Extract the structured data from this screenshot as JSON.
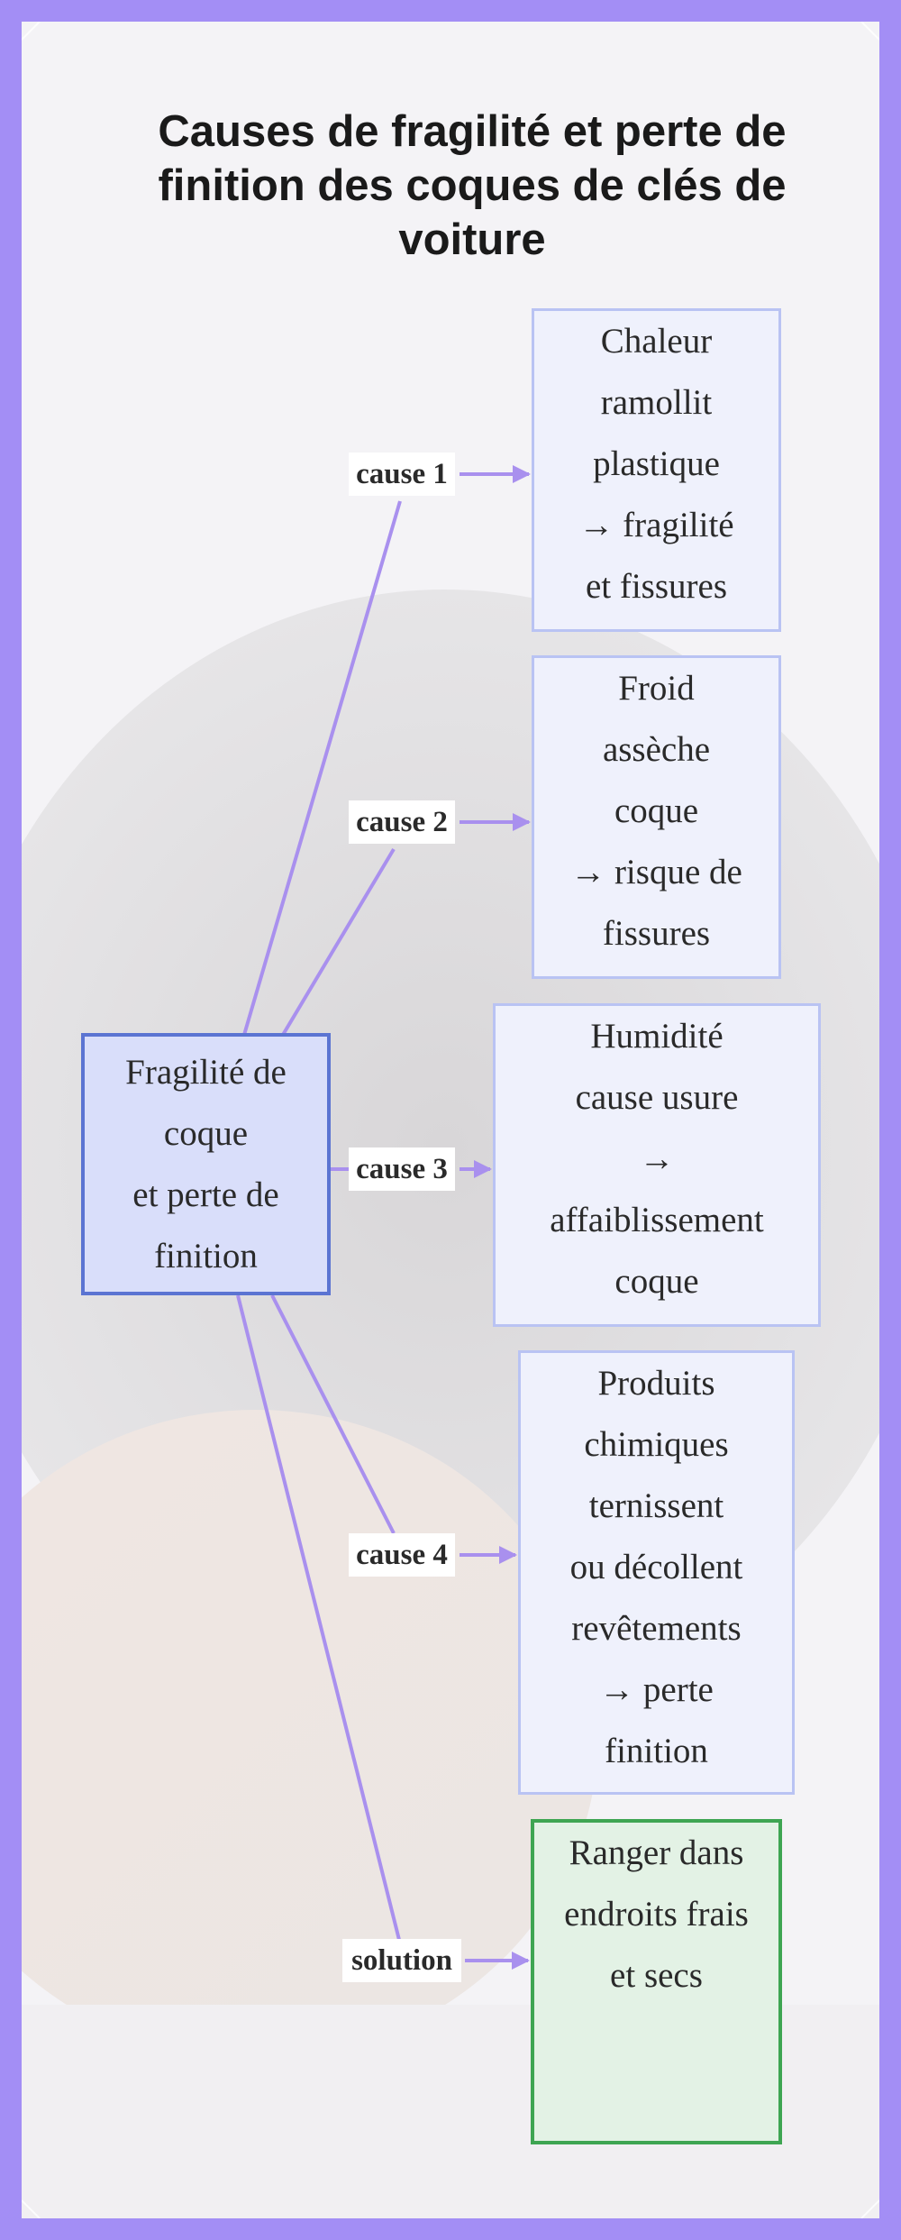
{
  "title": "Causes de fragilité et perte de\nfinition des coques de clés de\nvoiture",
  "center": {
    "label": "Fragilité de\ncoque\net perte de\nfinition"
  },
  "causes": [
    {
      "edge_label": "cause 1",
      "text": "Chaleur\nramollit\nplastique\n→ fragilité\net fissures"
    },
    {
      "edge_label": "cause 2",
      "text": "Froid\nassèche\ncoque\n→ risque de\nfissures"
    },
    {
      "edge_label": "cause 3",
      "text": "Humidité\ncause usure\n→\naffaiblissement\ncoque"
    },
    {
      "edge_label": "cause 4",
      "text": "Produits\nchimiques\nternissent\nou décollent\nrevêtements\n→ perte\nfinition"
    }
  ],
  "solution": {
    "edge_label": "solution",
    "text": "Ranger dans\nendroits frais\net secs"
  },
  "colors": {
    "border": "#a38ef5",
    "edge": "#a990ee",
    "center_fill": "#d9defa",
    "center_stroke": "#5b74d2",
    "cause_fill": "#eff1fc",
    "cause_stroke": "#b9c3f3",
    "solution_fill": "#e3f2e5",
    "solution_stroke": "#3ea552"
  }
}
